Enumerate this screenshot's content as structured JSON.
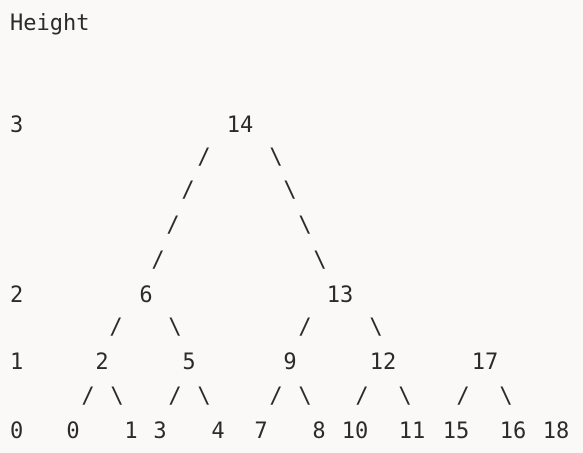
{
  "heading": "Height",
  "height_labels": [
    "0",
    "1",
    "2",
    "3"
  ],
  "tree": {
    "root": "14",
    "level2": [
      "6",
      "13"
    ],
    "level1": [
      "2",
      "5",
      "9",
      "12",
      "17"
    ],
    "leaves": [
      "0",
      "1",
      "3",
      "4",
      "7",
      "8",
      "10",
      "11",
      "15",
      "16",
      "18"
    ]
  },
  "edge_glyphs": {
    "left": "/",
    "right": "\\"
  }
}
